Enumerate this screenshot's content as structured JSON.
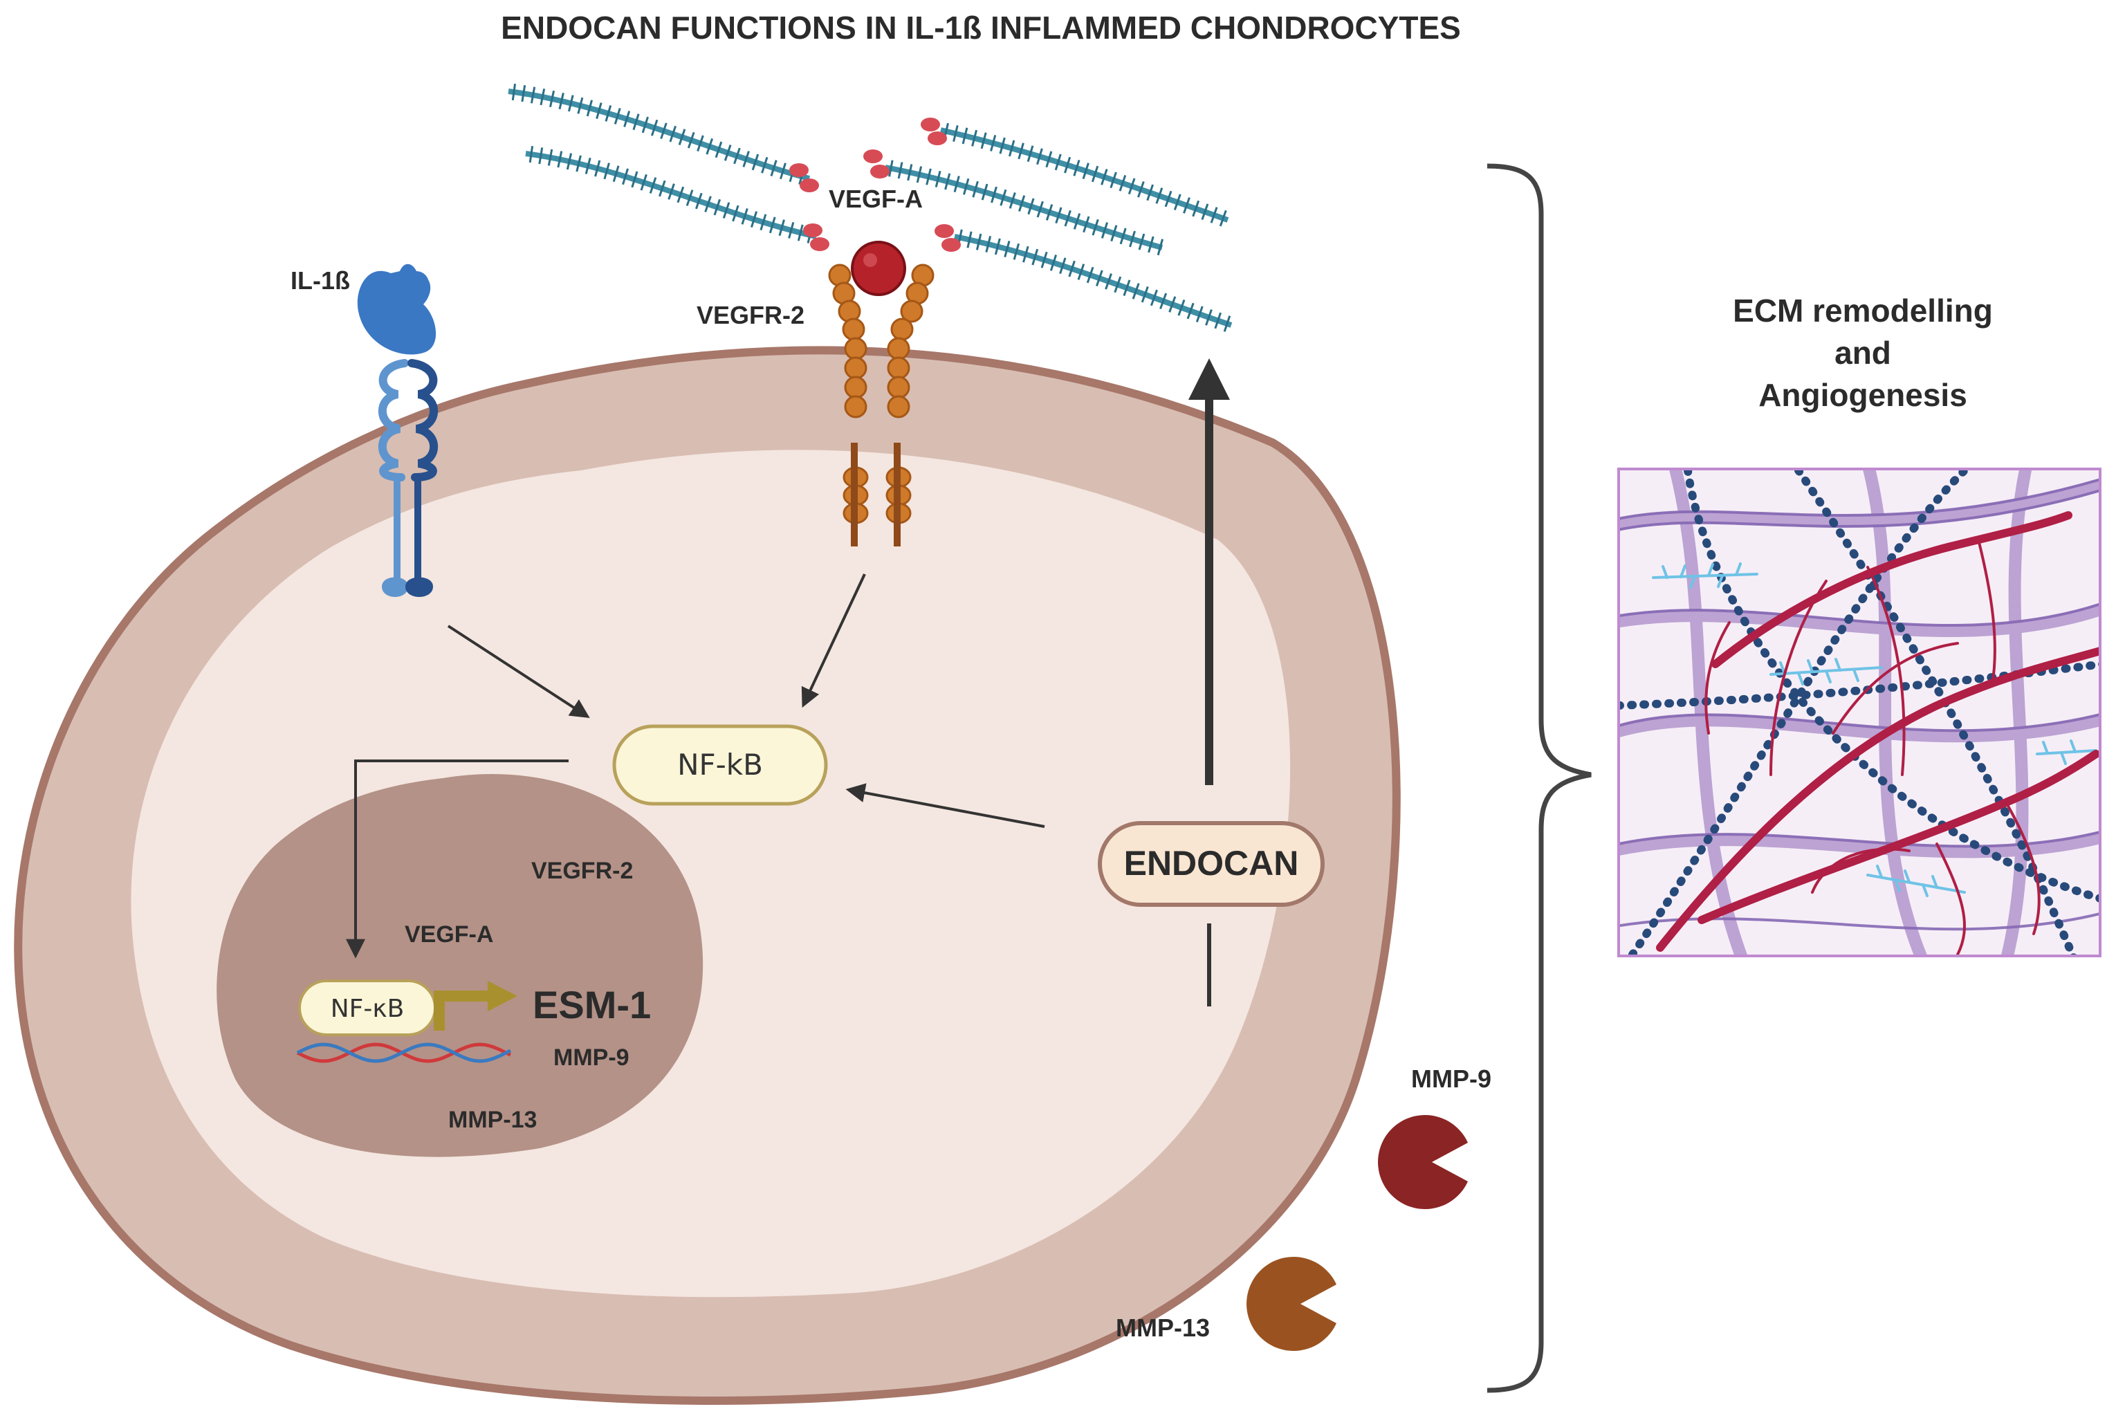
{
  "title": "ENDOCAN  FUNCTIONS IN IL-1ß INFLAMMED CHONDROCYTES",
  "labels": {
    "il1b": "IL-1ß",
    "vegfa_top": "VEGF-A",
    "vegfr2_top": "VEGFR-2",
    "nfkb_cyto": "NF-kB",
    "nfkb_nuc": "NF-κB",
    "vegfr2_nuc": "VEGFR-2",
    "vegfa_nuc": "VEGF-A",
    "esm1": "ESM-1",
    "mmp9_nuc": "MMP-9",
    "mmp13_nuc": "MMP-13",
    "endocan": "ENDOCAN",
    "mmp9_out": "MMP-9",
    "mmp13_out": "MMP-13"
  },
  "outcome": {
    "line1": "ECM remodelling",
    "line2": "and",
    "line3": "Angiogenesis"
  },
  "colors": {
    "cell_outer": "#d8bdb2",
    "cell_membrane": "#a7776a",
    "cytoplasm": "#f4e6e0",
    "nucleus": "#b49287",
    "pill_fill": "#fbf6d8",
    "pill_stroke": "#b8a15a",
    "endocan_fill": "#f8e6d2",
    "endocan_stroke": "#a2786a",
    "receptor_il1": "#3a78c4",
    "receptor_vegf": "#cf7a2a",
    "vegfa": "#b5222a",
    "ecm_fiber": "#3f8fa6",
    "mmp9": "#8b2424",
    "mmp13": "#9a5320",
    "promoter_arrow": "#a9902e",
    "dna_red": "#d0393b",
    "dna_blue": "#3a7ac0"
  },
  "icons": {
    "il1b_receptor": "il1-receptor-icon",
    "vegfr2_receptor": "vegfr2-receptor-icon",
    "vegfa_ligand": "vegfa-ligand-icon",
    "ecm_fibers": "ecm-fiber-icon",
    "dna": "dna-helix-icon",
    "promoter_arrow": "transcription-arrow-icon",
    "mmp9_enzyme": "pacman-enzyme-icon",
    "mmp13_enzyme": "pacman-enzyme-icon",
    "ecm_panel": "ecm-angiogenesis-panel-icon"
  }
}
